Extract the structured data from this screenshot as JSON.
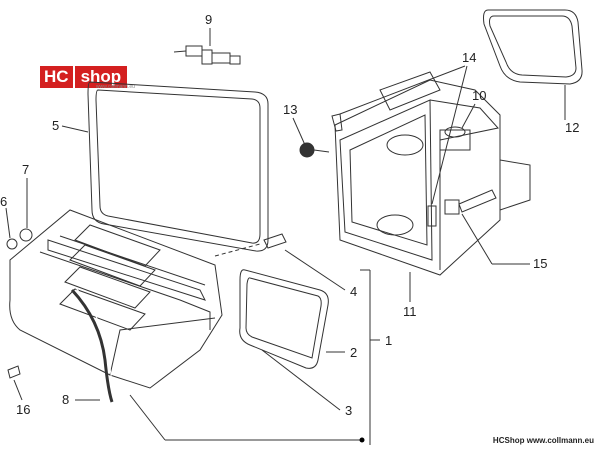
{
  "logo": {
    "hc": "HC",
    "shop": "shop",
    "sub": "www.collmann.eu"
  },
  "footer": {
    "brand": "HCShop",
    "url": "www.collmann.eu"
  },
  "callouts": [
    "1",
    "2",
    "3",
    "4",
    "5",
    "6",
    "7",
    "8",
    "9",
    "10",
    "11",
    "12",
    "13",
    "14",
    "15",
    "16"
  ],
  "colors": {
    "line": "#333333",
    "logo_red": "#d42020",
    "dot": "#000000"
  }
}
